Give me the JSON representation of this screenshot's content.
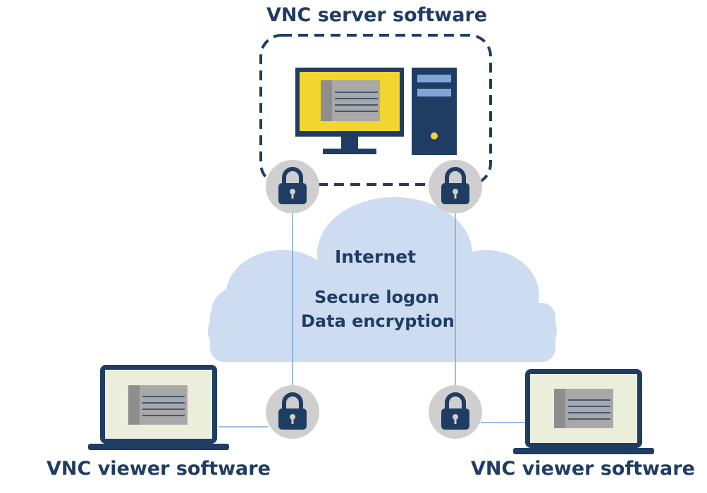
{
  "server": {
    "title": "VNC server software"
  },
  "cloud": {
    "title": "Internet",
    "features": [
      "Secure logon",
      "Data encryption"
    ]
  },
  "viewers": [
    {
      "title": "VNC viewer software"
    },
    {
      "title": "VNC viewer software"
    }
  ],
  "colors": {
    "text": "#1f3d63",
    "cloud": "#cddcf0",
    "monitor_screen": "#f2d52e",
    "lock_ring": "#cfcfcf",
    "lock_body": "#1f3d63",
    "laptop_screen": "#eceedc",
    "window_gray": "#a8a8a8"
  },
  "icons": [
    "desktop-monitor-icon",
    "tower-pc-icon",
    "padlock-icon",
    "laptop-icon",
    "cloud-shape"
  ]
}
